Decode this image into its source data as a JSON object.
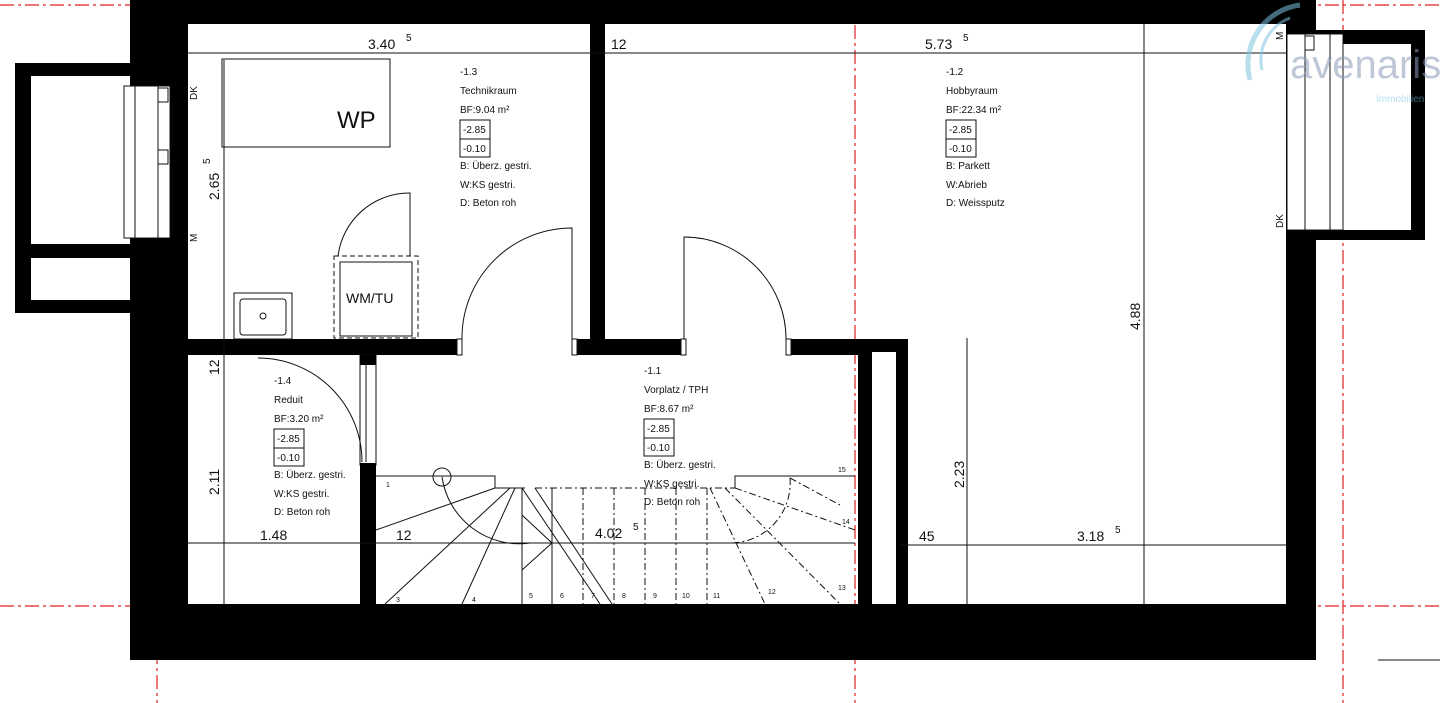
{
  "logo": {
    "name": "avenaris",
    "sub": "Immobilien"
  },
  "dimensions": {
    "top_left": "3.40",
    "top_left_sup": "5",
    "top_mid": "12",
    "top_right": "5.73",
    "top_right_sup": "5",
    "left_upper": "2.65",
    "left_upper_sup": "5",
    "left_mid": "12",
    "left_lower": "2.11",
    "bottom_left": "1.48",
    "bottom_mid_small": "12",
    "bottom_mid": "4.02",
    "bottom_mid_sup": "5",
    "bottom_right_small": "45",
    "bottom_right": "3.18",
    "bottom_right_sup": "5",
    "right_height": "4.88",
    "stair_height": "2.23"
  },
  "window_labels": {
    "left_dk": "DK",
    "left_m": "M",
    "right_dk": "DK",
    "right_m": "M"
  },
  "fixtures": {
    "heat_pump": "WP",
    "washer_dryer": "WM/TU"
  },
  "rooms": [
    {
      "id": "-1.3",
      "name": "Technikraum",
      "area": "BF:9.04 m²",
      "level_top": "-2.85",
      "level_floor": "-0.10",
      "floor": "B: Überz. gestri.",
      "wall": "W:KS gestri.",
      "ceiling": "D: Beton roh"
    },
    {
      "id": "-1.2",
      "name": "Hobbyraum",
      "area": "BF:22.34 m²",
      "level_top": "-2.85",
      "level_floor": "-0.10",
      "floor": "B: Parkett",
      "wall": "W:Abrieb",
      "ceiling": "D: Weissputz"
    },
    {
      "id": "-1.4",
      "name": "Reduit",
      "area": "BF:3.20 m²",
      "level_top": "-2.85",
      "level_floor": "-0.10",
      "floor": "B: Überz. gestri.",
      "wall": "W:KS gestri.",
      "ceiling": "D: Beton roh"
    },
    {
      "id": "-1.1",
      "name": "Vorplatz / TPH",
      "area": "BF:8.67 m²",
      "level_top": "-2.85",
      "level_floor": "-0.10",
      "floor": "B: Überz. gestri.",
      "wall": "W:KS gestri.",
      "ceiling": "D: Beton roh"
    }
  ],
  "stair_steps": [
    "1",
    "3",
    "4",
    "5",
    "6",
    "7",
    "8",
    "9",
    "10",
    "11",
    "12",
    "13",
    "14",
    "15"
  ]
}
